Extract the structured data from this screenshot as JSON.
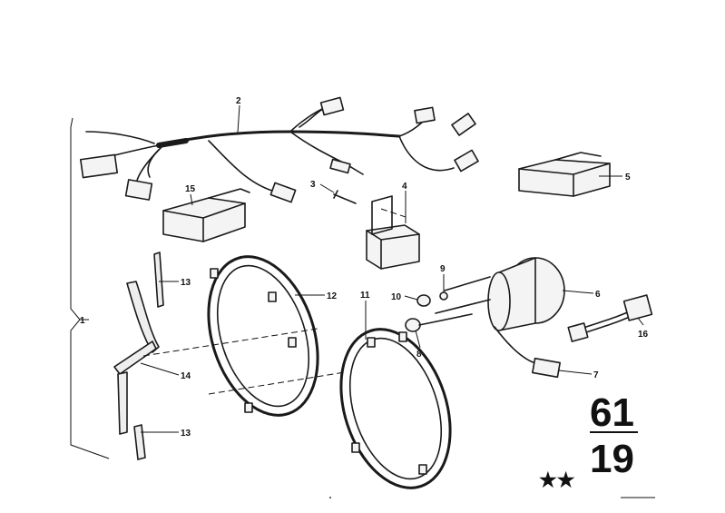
{
  "callouts": [
    {
      "id": "1",
      "text": "1"
    },
    {
      "id": "2",
      "text": "2"
    },
    {
      "id": "3",
      "text": "3"
    },
    {
      "id": "4",
      "text": "4"
    },
    {
      "id": "5",
      "text": "5"
    },
    {
      "id": "6",
      "text": "6"
    },
    {
      "id": "7",
      "text": "7"
    },
    {
      "id": "8",
      "text": "8"
    },
    {
      "id": "9",
      "text": "9"
    },
    {
      "id": "10",
      "text": "10"
    },
    {
      "id": "11",
      "text": "11"
    },
    {
      "id": "12",
      "text": "12"
    },
    {
      "id": "13a",
      "text": "13"
    },
    {
      "id": "13b",
      "text": "13"
    },
    {
      "id": "14",
      "text": "14"
    },
    {
      "id": "15",
      "text": "15"
    },
    {
      "id": "16",
      "text": "16"
    }
  ],
  "group_code": {
    "top": "61",
    "bottom": "19"
  },
  "marking": "★★"
}
